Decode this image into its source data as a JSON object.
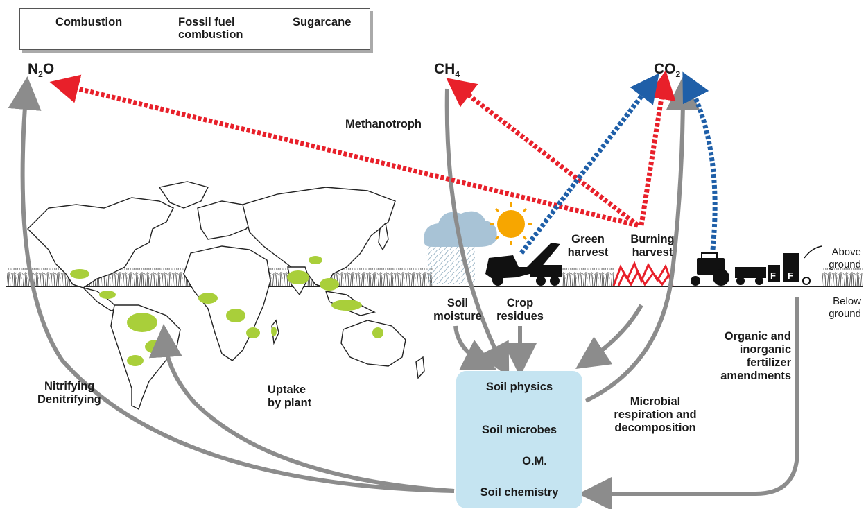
{
  "legend": {
    "combustion": "Combustion",
    "fossil_fuel_line1": "Fossil fuel",
    "fossil_fuel_line2": "combustion",
    "sugarcane": "Sugarcane"
  },
  "gases": {
    "n2o": {
      "main": "N",
      "sub": "2",
      "tail": "O"
    },
    "ch4": {
      "main": "CH",
      "sub": "4"
    },
    "co2": {
      "main": "CO",
      "sub": "2"
    }
  },
  "labels": {
    "methanotroph": "Methanotroph",
    "green_harvest_1": "Green",
    "green_harvest_2": "harvest",
    "burning_harvest_1": "Burning",
    "burning_harvest_2": "harvest",
    "above_ground_1": "Above",
    "above_ground_2": "ground",
    "below_ground_1": "Below",
    "below_ground_2": "ground",
    "soil_moisture_1": "Soil",
    "soil_moisture_2": "moisture",
    "crop_residues_1": "Crop",
    "crop_residues_2": "residues",
    "fertilizer_1": "Organic and",
    "fertilizer_2": "inorganic",
    "fertilizer_3": "fertilizer",
    "fertilizer_4": "amendments",
    "nitrifying": "Nitrifying",
    "denitrifying": "Denitrifying",
    "uptake_1": "Uptake",
    "uptake_2": "by plant",
    "microbial_1": "Microbial",
    "microbial_2": "respiration and",
    "microbial_3": "decomposition",
    "fertilizer_bag": "F"
  },
  "soil_box": {
    "physics": "Soil physics",
    "microbes": "Soil microbes",
    "om": "O.M.",
    "chemistry": "Soil chemistry"
  },
  "colors": {
    "combustion": "#e8202a",
    "fossil_fuel": "#1f5fa8",
    "sugarcane": "#a9cf3a",
    "arrow_gray": "#8c8c8c",
    "soil_box": "#c5e4f1"
  }
}
